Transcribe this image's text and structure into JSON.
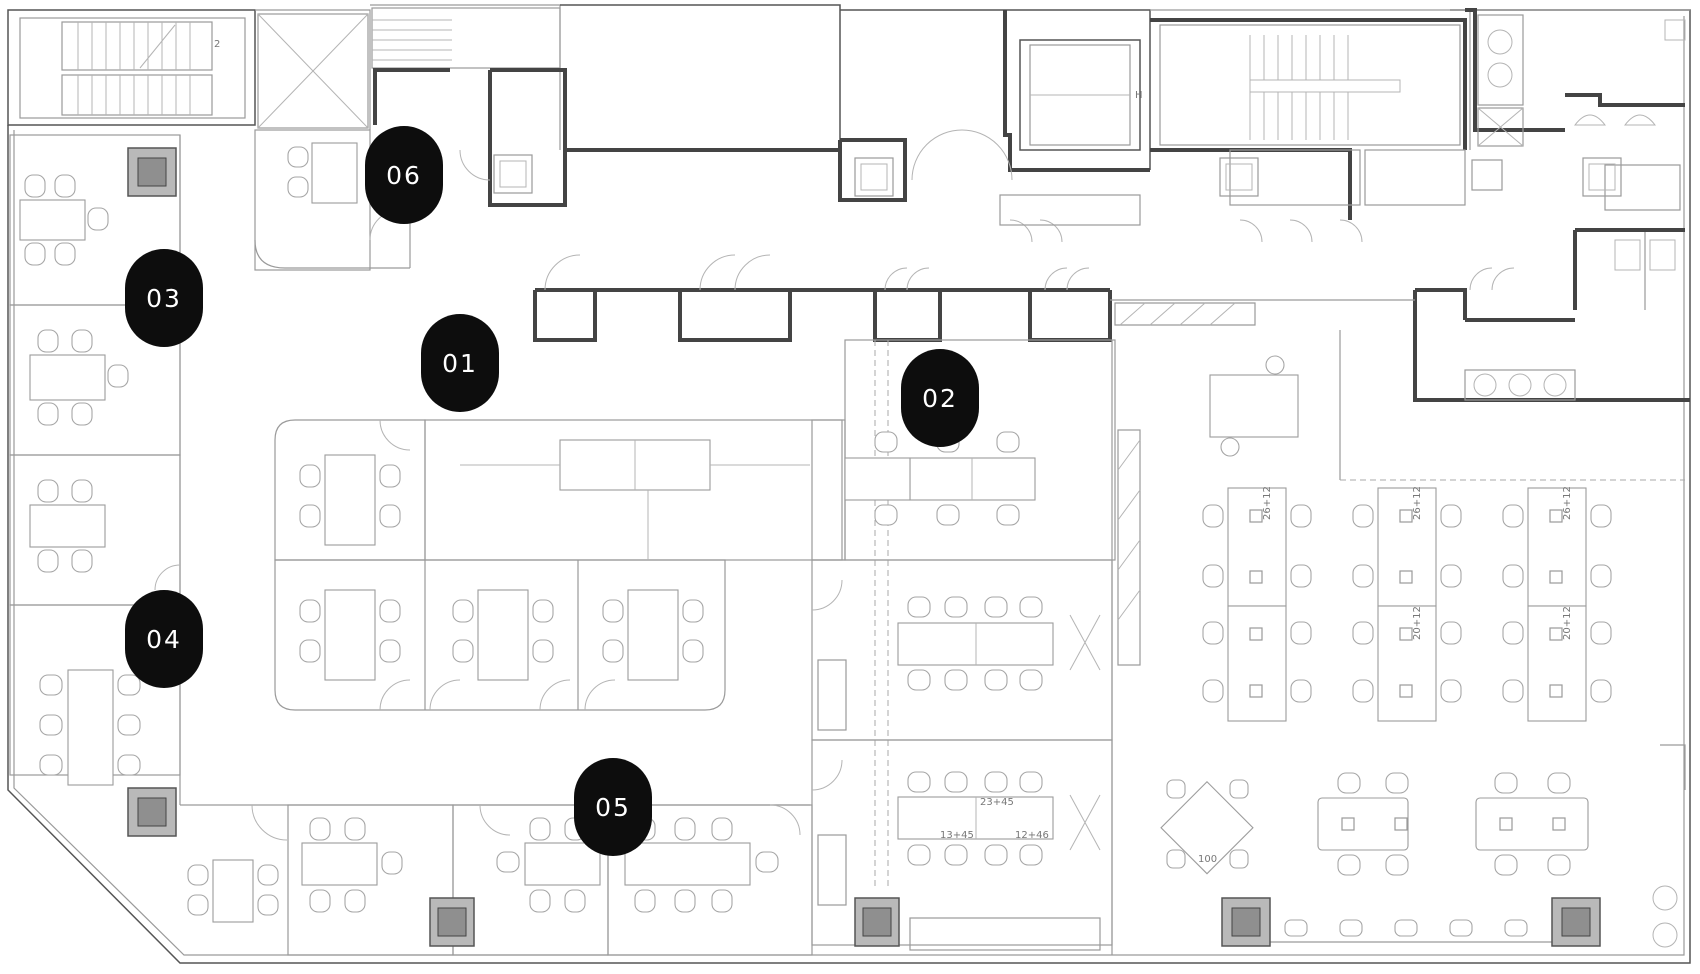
{
  "markers": [
    {
      "id": "01",
      "label": "01"
    },
    {
      "id": "02",
      "label": "02"
    },
    {
      "id": "03",
      "label": "03"
    },
    {
      "id": "04",
      "label": "04"
    },
    {
      "id": "05",
      "label": "05"
    },
    {
      "id": "06",
      "label": "06"
    }
  ],
  "plan_labels": {
    "stair_number": "2",
    "elevator_h": "H",
    "table_100": "100",
    "table_13_45": "13+45",
    "table_12_46": "12+46",
    "table_23_45": "23+45",
    "table_26_12": "26+12",
    "table_20_12": "20+12"
  },
  "colors": {
    "marker_bg": "#0d0d0d",
    "marker_text": "#ffffff",
    "column_fill": "#b9b9b9",
    "wall": "#444444"
  }
}
